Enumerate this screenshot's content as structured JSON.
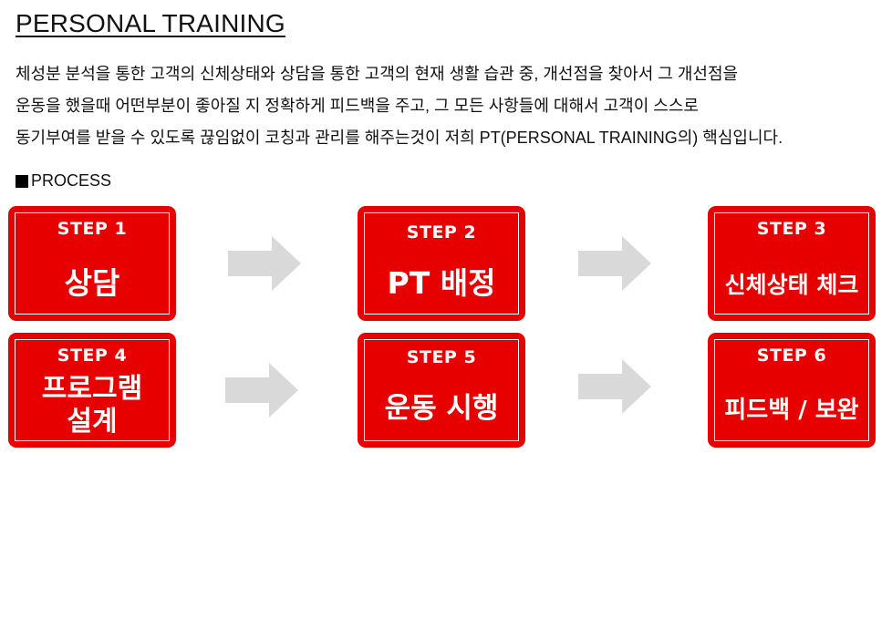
{
  "page": {
    "title": "PERSONAL TRAINING",
    "description": [
      "체성분 분석을 통한 고객의 신체상태와 상담을 통한 고객의 현재 생활 습관 중, 개선점을 찾아서 그 개선점을",
      "운동을 했을때 어떤부분이 좋아질 지 정확하게 피드백을 주고, 그 모든 사항들에 대해서 고객이 스스로",
      "동기부여를 받을 수 있도록 끊임없이 코칭과 관리를 해주는것이 저희 PT(PERSONAL TRAINING의) 핵심입니다."
    ],
    "process_label": "PROCESS"
  },
  "colors": {
    "step_bg": "#e60000",
    "arrow": "#d9d9d9",
    "text": "#111111"
  },
  "steps": [
    {
      "label": "STEP 1",
      "name": "상담"
    },
    {
      "label": "STEP 2",
      "name": "PT 배정"
    },
    {
      "label": "STEP 3",
      "name": "신체상태 체크"
    },
    {
      "label": "STEP 4",
      "name_line1": "프로그램",
      "name_line2": "설계"
    },
    {
      "label": "STEP 5",
      "name": "운동 시행"
    },
    {
      "label": "STEP 6",
      "name": "피드백 / 보완"
    }
  ],
  "icons": {
    "process_marker": "black-square-icon",
    "flow_arrow": "right-arrow-icon"
  }
}
